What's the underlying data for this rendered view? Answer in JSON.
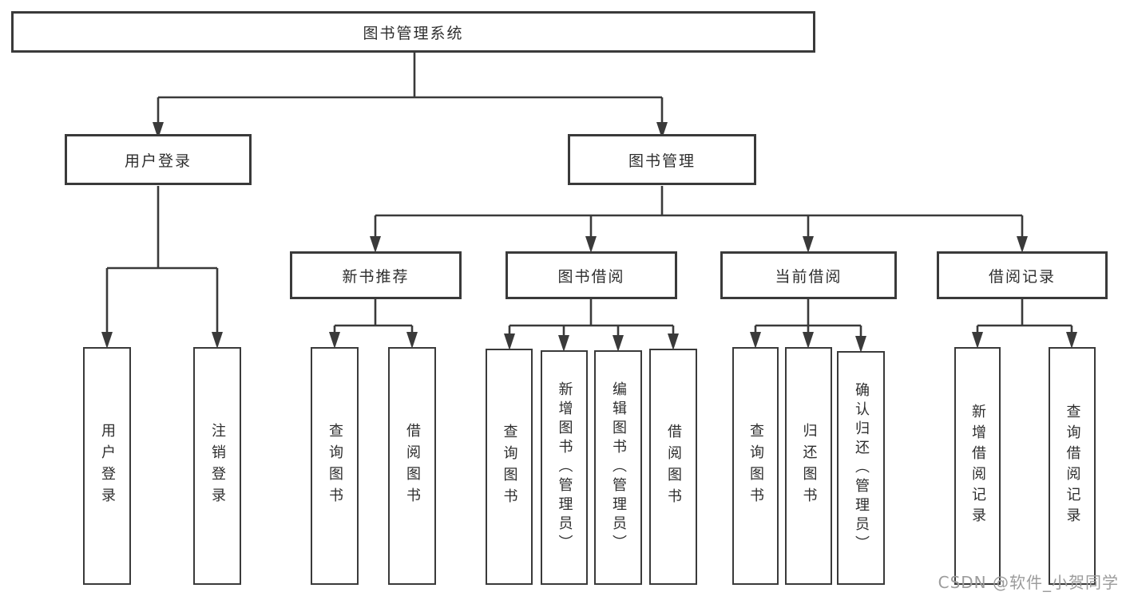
{
  "tree": {
    "root": {
      "label": "图书管理系统",
      "children": [
        {
          "label": "用户登录",
          "children": [
            {
              "label": "用户登录"
            },
            {
              "label": "注销登录"
            }
          ]
        },
        {
          "label": "图书管理",
          "children": [
            {
              "label": "新书推荐",
              "children": [
                {
                  "label": "查询图书"
                },
                {
                  "label": "借阅图书"
                }
              ]
            },
            {
              "label": "图书借阅",
              "children": [
                {
                  "label": "查询图书"
                },
                {
                  "label": "新增图书（管理员）"
                },
                {
                  "label": "编辑图书（管理员）"
                },
                {
                  "label": "借阅图书"
                }
              ]
            },
            {
              "label": "当前借阅",
              "children": [
                {
                  "label": "查询图书"
                },
                {
                  "label": "归还图书"
                },
                {
                  "label": "确认归还（管理员）"
                }
              ]
            },
            {
              "label": "借阅记录",
              "children": [
                {
                  "label": "新增借阅记录"
                },
                {
                  "label": "查询借阅记录"
                }
              ]
            }
          ]
        }
      ]
    }
  },
  "watermark": {
    "text": "CSDN @软件_小贺同学"
  },
  "colors": {
    "line": "#3a3a3a",
    "ink": "#2e2e2e",
    "watermark": "#9c9c9c",
    "bg": "#ffffff"
  }
}
